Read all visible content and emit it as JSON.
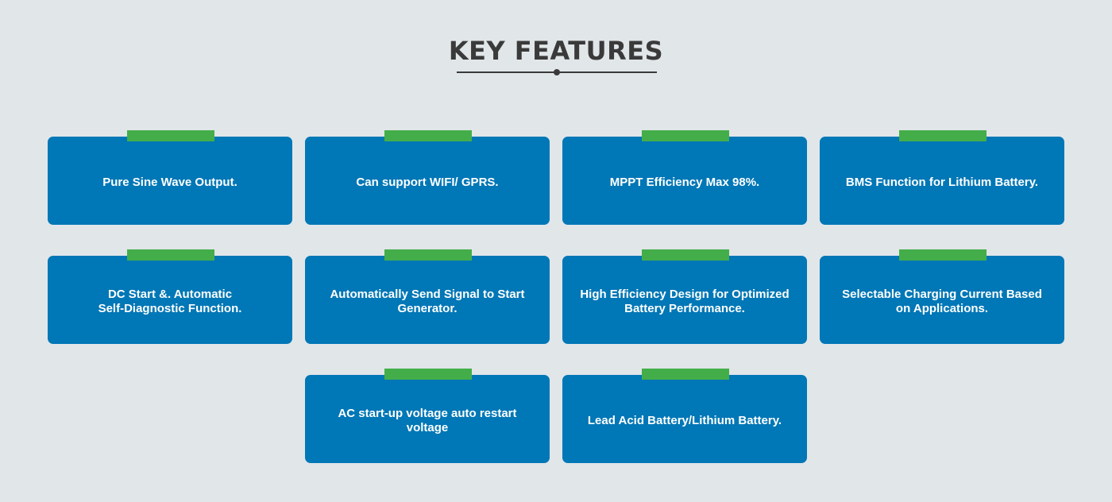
{
  "header": {
    "title": "KEY FEATURES"
  },
  "colors": {
    "background": "#e1e6e9",
    "card": "#0077b6",
    "tab": "#43ae49",
    "title": "#3a3a3a"
  },
  "features": [
    {
      "text": "Pure Sine Wave Output."
    },
    {
      "text": "Can support WIFI/ GPRS."
    },
    {
      "text": "MPPT Efficiency Max 98%."
    },
    {
      "text": "BMS Function for Lithium Battery."
    },
    {
      "text": "DC Start &. Automatic\nSelf-Diagnostic Function."
    },
    {
      "text": "Automatically Send Signal to Start\nGenerator."
    },
    {
      "text": "High Efficiency Design for Optimized\nBattery Performance."
    },
    {
      "text": "Selectable Charging Current Based\non Applications."
    },
    {
      "text": "AC start-up voltage auto restart\nvoltage"
    },
    {
      "text": "Lead Acid Battery/Lithium Battery."
    }
  ]
}
